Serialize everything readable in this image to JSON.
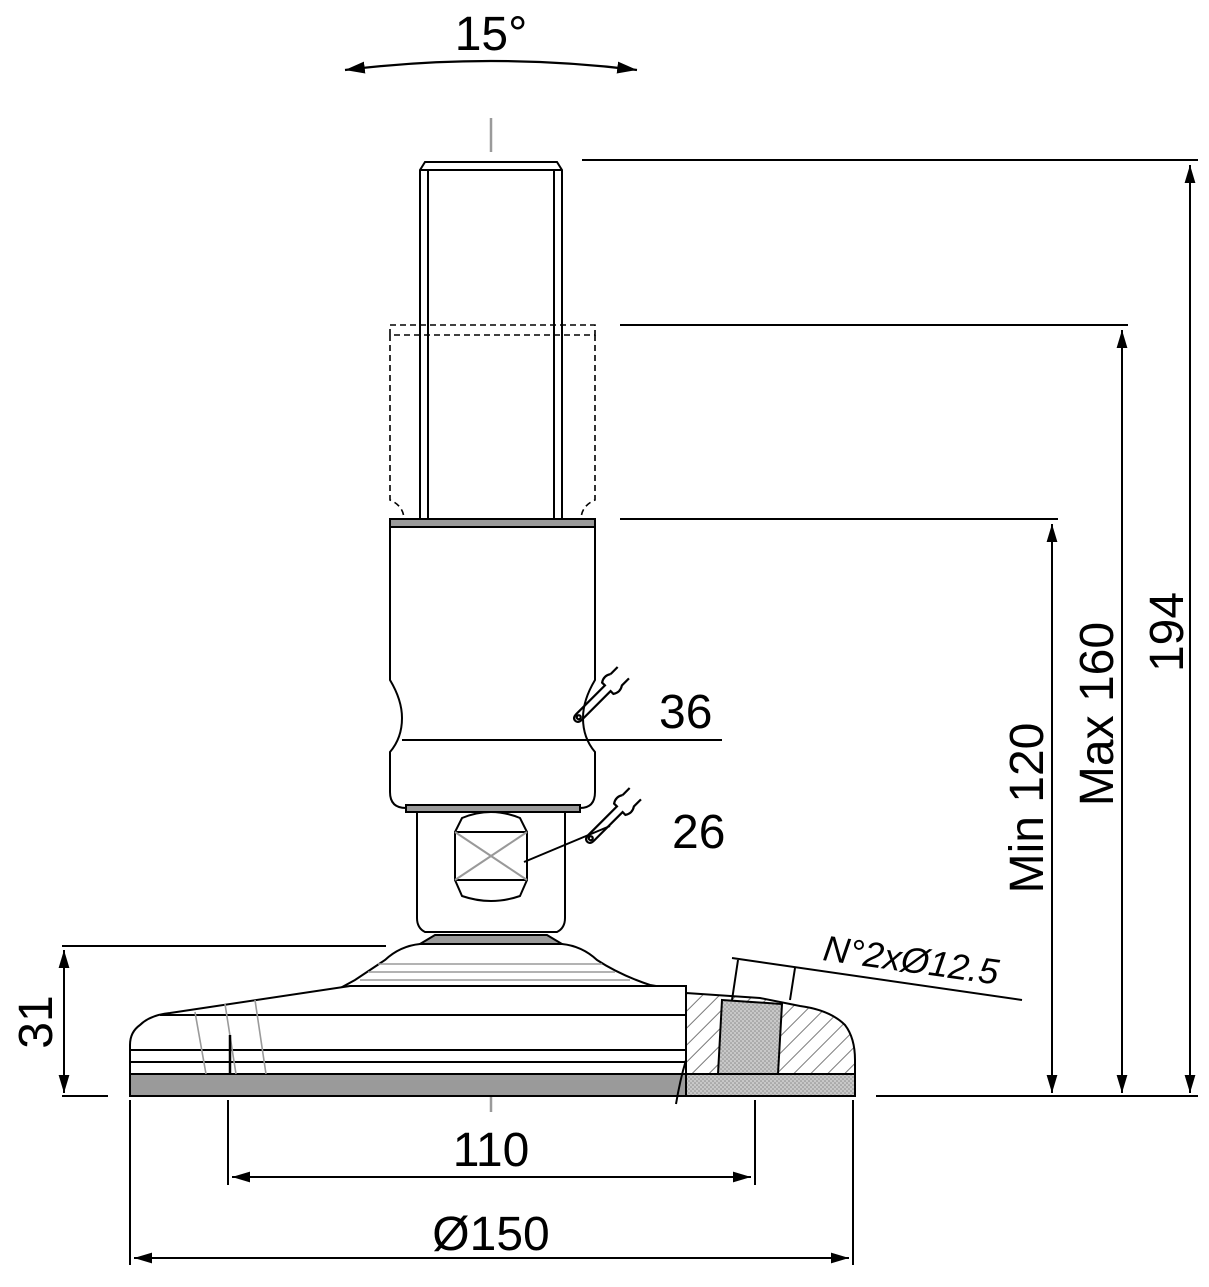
{
  "dimensions": {
    "tilt_angle": "15°",
    "total_height": "194",
    "max_height": "Max 160",
    "min_height": "Min 120",
    "base_height": "31",
    "hole_spacing": "110",
    "base_diameter": "Ø150",
    "wrench_upper": "36",
    "wrench_lower": "26",
    "holes_note": "N°2xØ12.5"
  },
  "colors": {
    "line": "#000000",
    "gray_fill": "#9a9a9a",
    "light_fill": "#d8d8d8",
    "center_line": "#9a9a9a",
    "hatch": "#7a7a7a"
  },
  "icons": {
    "wrench_upper": "wrench-icon",
    "wrench_lower": "wrench-icon"
  }
}
